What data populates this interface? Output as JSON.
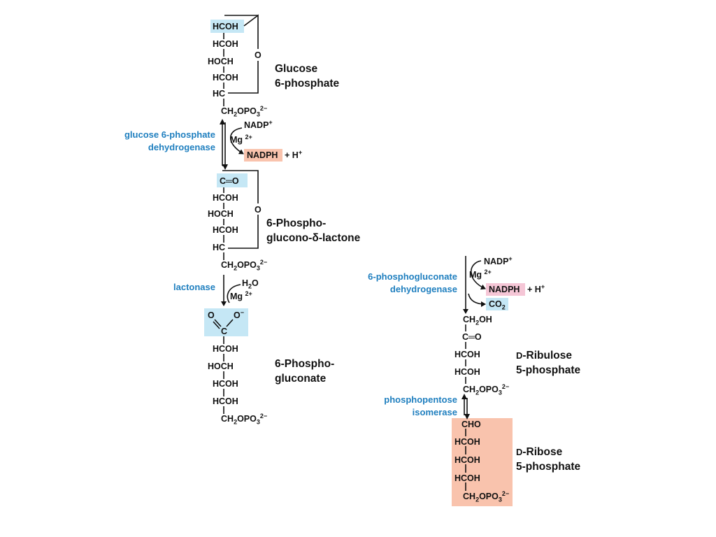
{
  "glucose6p": {
    "atoms": [
      "HCOH",
      "HCOH",
      "HOCH",
      "HCOH",
      "HC",
      "CH2OPO3 2−"
    ],
    "ring_o": "O",
    "name_line1": "Glucose",
    "name_line2": "6-phosphate"
  },
  "step1": {
    "enzyme_line1": "glucose 6-phosphate",
    "enzyme_line2": "dehydrogenase",
    "in": "NADP+",
    "cofactor": "Mg2+",
    "out": "NADPH",
    "out_extra": "+ H+"
  },
  "lactone": {
    "atoms": [
      "C═O",
      "HCOH",
      "HOCH",
      "HCOH",
      "HC",
      "CH2OPO3 2−"
    ],
    "ring_o": "O",
    "name_line1": "6-Phospho-",
    "name_line2": "glucono-δ-lactone"
  },
  "step2": {
    "enzyme": "lactonase",
    "in": "H2O",
    "cofactor": "Mg2+"
  },
  "gluconate": {
    "carboxyl_o1": "O",
    "carboxyl_o2": "O−",
    "carboxyl_c": "C",
    "atoms": [
      "HCOH",
      "HOCH",
      "HCOH",
      "HCOH",
      "CH2OPO3 2−"
    ],
    "name_line1": "6-Phospho-",
    "name_line2": "gluconate"
  },
  "step3": {
    "enzyme_line1": "6-phosphogluconate",
    "enzyme_line2": "dehydrogenase",
    "in": "NADP+",
    "cofactor": "Mg2+",
    "out": "NADPH",
    "out_extra": "+ H+",
    "co2": "CO2"
  },
  "ribulose5p": {
    "atoms": [
      "CH2OH",
      "C═O",
      "HCOH",
      "HCOH",
      "CH2OPO3 2−"
    ],
    "name_prefix": "D",
    "name_line1": "-Ribulose",
    "name_line2": "5-phosphate"
  },
  "step4": {
    "enzyme_line1": "phosphopentose",
    "enzyme_line2": "isomerase"
  },
  "ribose5p": {
    "atoms": [
      "CHO",
      "HCOH",
      "HCOH",
      "HCOH",
      "CH2OPO3 2−"
    ],
    "name_prefix": "D",
    "name_line1": "-Ribose",
    "name_line2": "5-phosphate"
  },
  "colors": {
    "enzyme_text": "#1f7fbf",
    "highlight_blue": "#c5e7f5",
    "highlight_salmon": "#f9c3ad",
    "highlight_pink": "#f5c6d6"
  }
}
